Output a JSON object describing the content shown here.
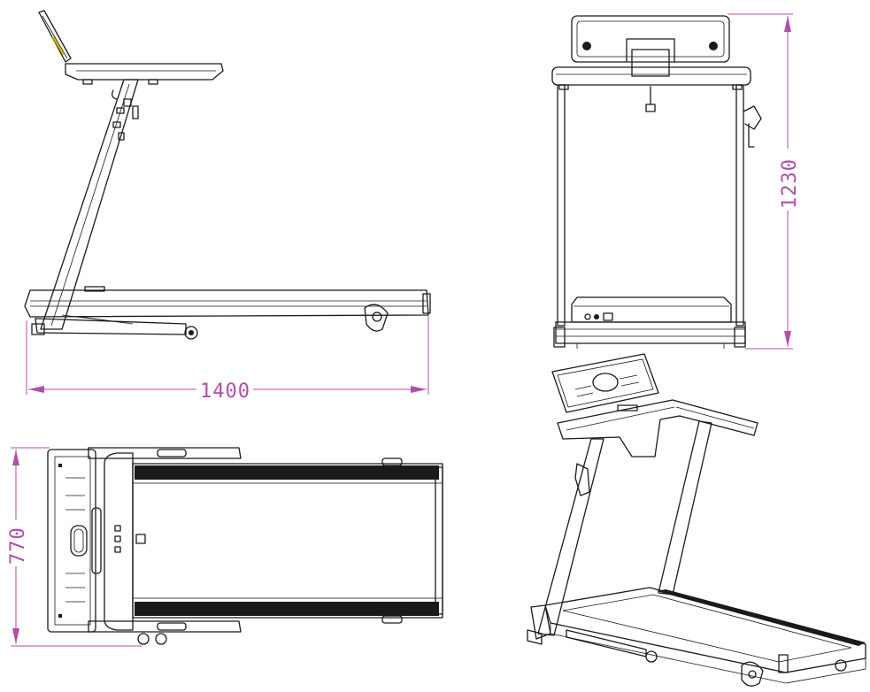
{
  "dimensions": {
    "length": "1400",
    "width": "770",
    "height": "1230"
  },
  "colors": {
    "dimension_line": "#b04ea8",
    "line_art": "#1a1a1a",
    "accent_console": "#c8b400",
    "background": "#ffffff"
  },
  "views": [
    "side-view",
    "front-view",
    "top-view",
    "perspective-view"
  ]
}
